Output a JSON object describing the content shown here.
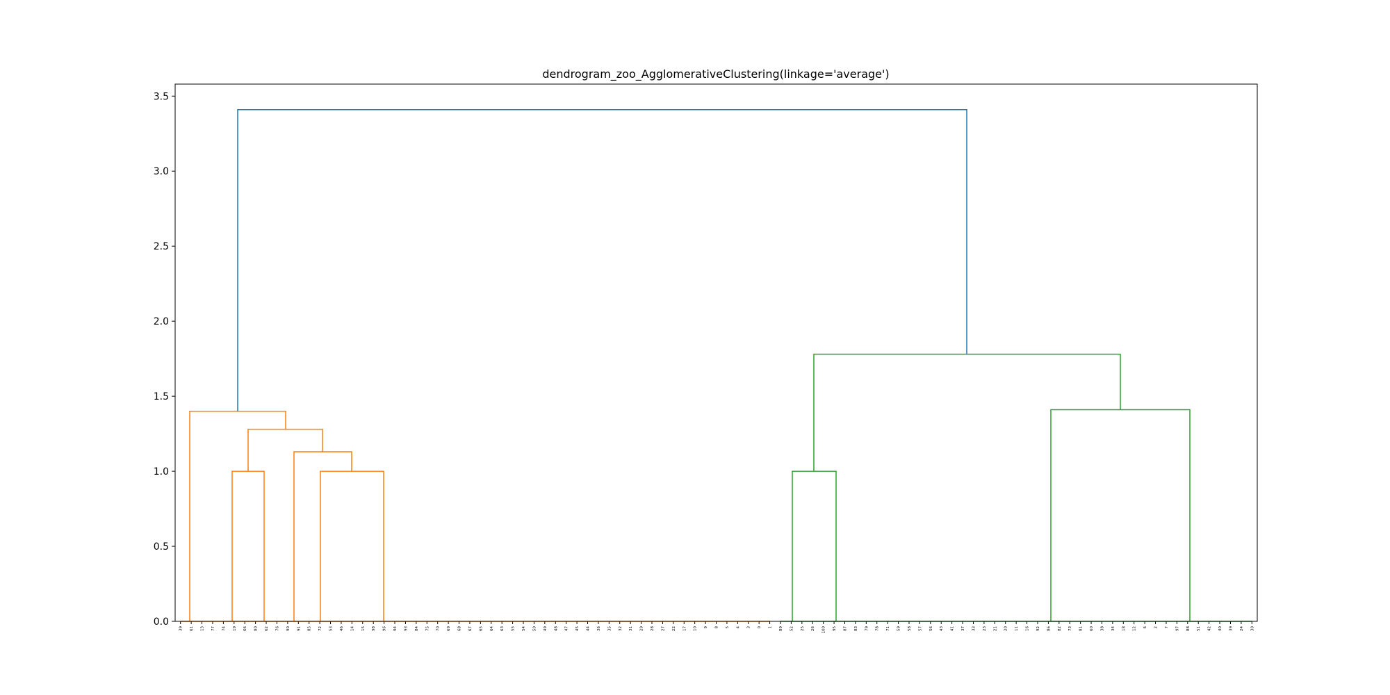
{
  "chart_data": {
    "type": "dendrogram",
    "title": "dendrogram_zoo_AgglomerativeClustering(linkage='average')",
    "xlabel": "",
    "ylabel": "",
    "ylim": [
      0,
      3.58
    ],
    "yticks": [
      0.0,
      0.5,
      1.0,
      1.5,
      2.0,
      2.5,
      3.0,
      3.5
    ],
    "ytick_labels": [
      "0.0",
      "0.5",
      "1.0",
      "1.5",
      "2.0",
      "2.5",
      "3.0",
      "3.5"
    ],
    "leaves": [
      "39",
      "61",
      "13",
      "77",
      "74",
      "19",
      "66",
      "80",
      "62",
      "76",
      "90",
      "91",
      "85",
      "72",
      "53",
      "46",
      "14",
      "15",
      "98",
      "96",
      "94",
      "93",
      "84",
      "75",
      "70",
      "69",
      "68",
      "67",
      "65",
      "64",
      "63",
      "55",
      "54",
      "50",
      "49",
      "48",
      "47",
      "45",
      "44",
      "36",
      "35",
      "32",
      "31",
      "29",
      "28",
      "27",
      "22",
      "17",
      "10",
      "9",
      "8",
      "5",
      "4",
      "3",
      "0",
      "1",
      "89",
      "52",
      "25",
      "26",
      "100",
      "95",
      "87",
      "83",
      "79",
      "78",
      "71",
      "59",
      "58",
      "57",
      "56",
      "43",
      "41",
      "37",
      "33",
      "23",
      "21",
      "20",
      "11",
      "16",
      "92",
      "86",
      "82",
      "73",
      "81",
      "60",
      "38",
      "34",
      "18",
      "12",
      "6",
      "2",
      "7",
      "97",
      "88",
      "51",
      "42",
      "40",
      "39",
      "24",
      "30"
    ],
    "colors": {
      "left_cluster": "#ff7f0e",
      "right_cluster": "#2ca02c",
      "root": "#1f77b4"
    },
    "links": [
      {
        "cluster": "left",
        "join_heights": [
          0.0,
          1.4
        ]
      },
      {
        "cluster": "left",
        "join_heights": [
          0.0,
          1.28
        ]
      },
      {
        "cluster": "left",
        "join_heights": [
          1.0,
          1.13
        ]
      },
      {
        "cluster": "left",
        "join_heights": [
          0.0,
          1.0
        ]
      },
      {
        "cluster": "left",
        "join_heights": [
          0.0,
          1.0
        ]
      },
      {
        "cluster": "right",
        "join_heights": [
          0.0,
          1.0
        ]
      },
      {
        "cluster": "right",
        "join_heights": [
          0.0,
          1.41
        ]
      },
      {
        "cluster": "right",
        "join_heights": [
          1.0,
          1.41,
          1.78
        ]
      },
      {
        "cluster": "root",
        "join_heights": [
          1.4,
          1.78,
          3.41
        ]
      }
    ]
  }
}
